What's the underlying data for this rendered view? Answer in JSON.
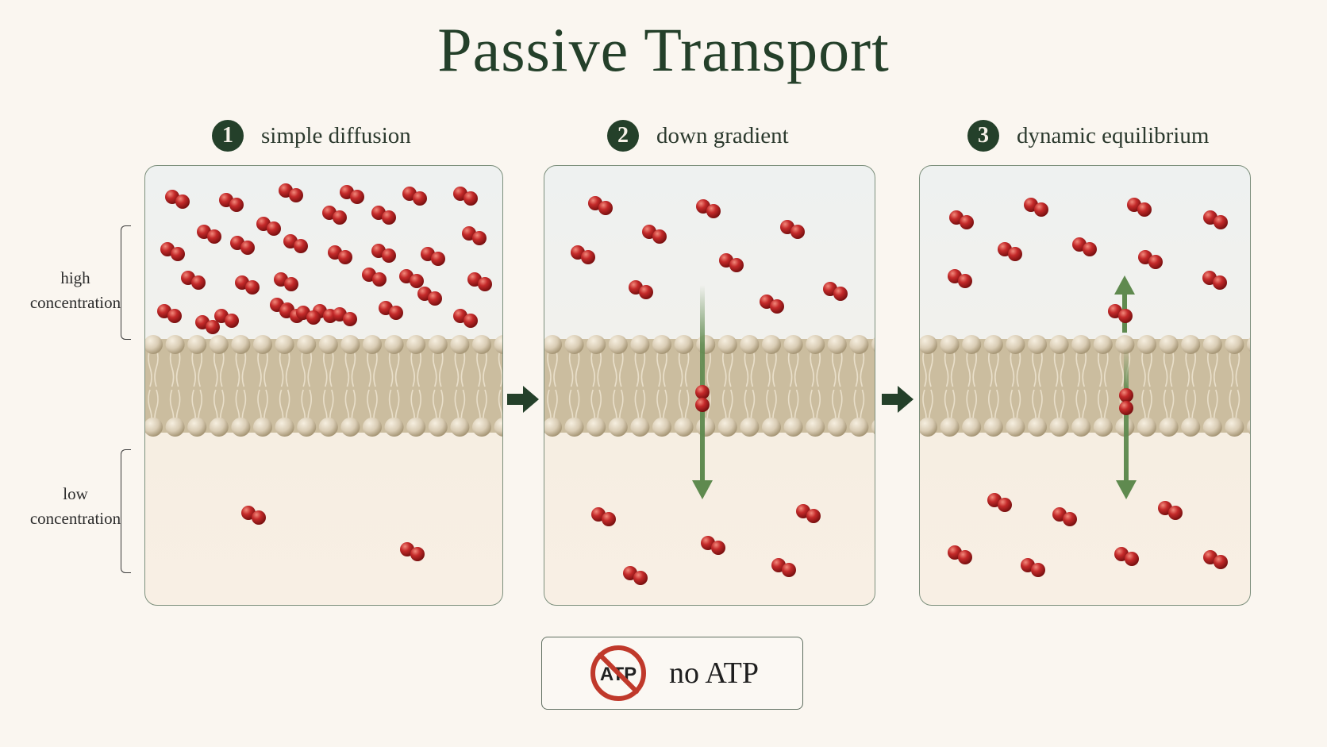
{
  "title": "Passive Transport",
  "steps": [
    {
      "number": "1",
      "label": "simple diffusion"
    },
    {
      "number": "2",
      "label": "down gradient"
    },
    {
      "number": "3",
      "label": "dynamic equilibrium"
    }
  ],
  "side_labels": {
    "high": "high concentration",
    "low": "low concentration"
  },
  "atp_badge": {
    "icon_text": "ATP",
    "label": "no ATP"
  },
  "colors": {
    "title": "#24402a",
    "molecule": "#c42a2a",
    "membrane_head": "#d9ccb4",
    "arrow": "#5f8a4f",
    "no_sign": "#c0392b"
  }
}
